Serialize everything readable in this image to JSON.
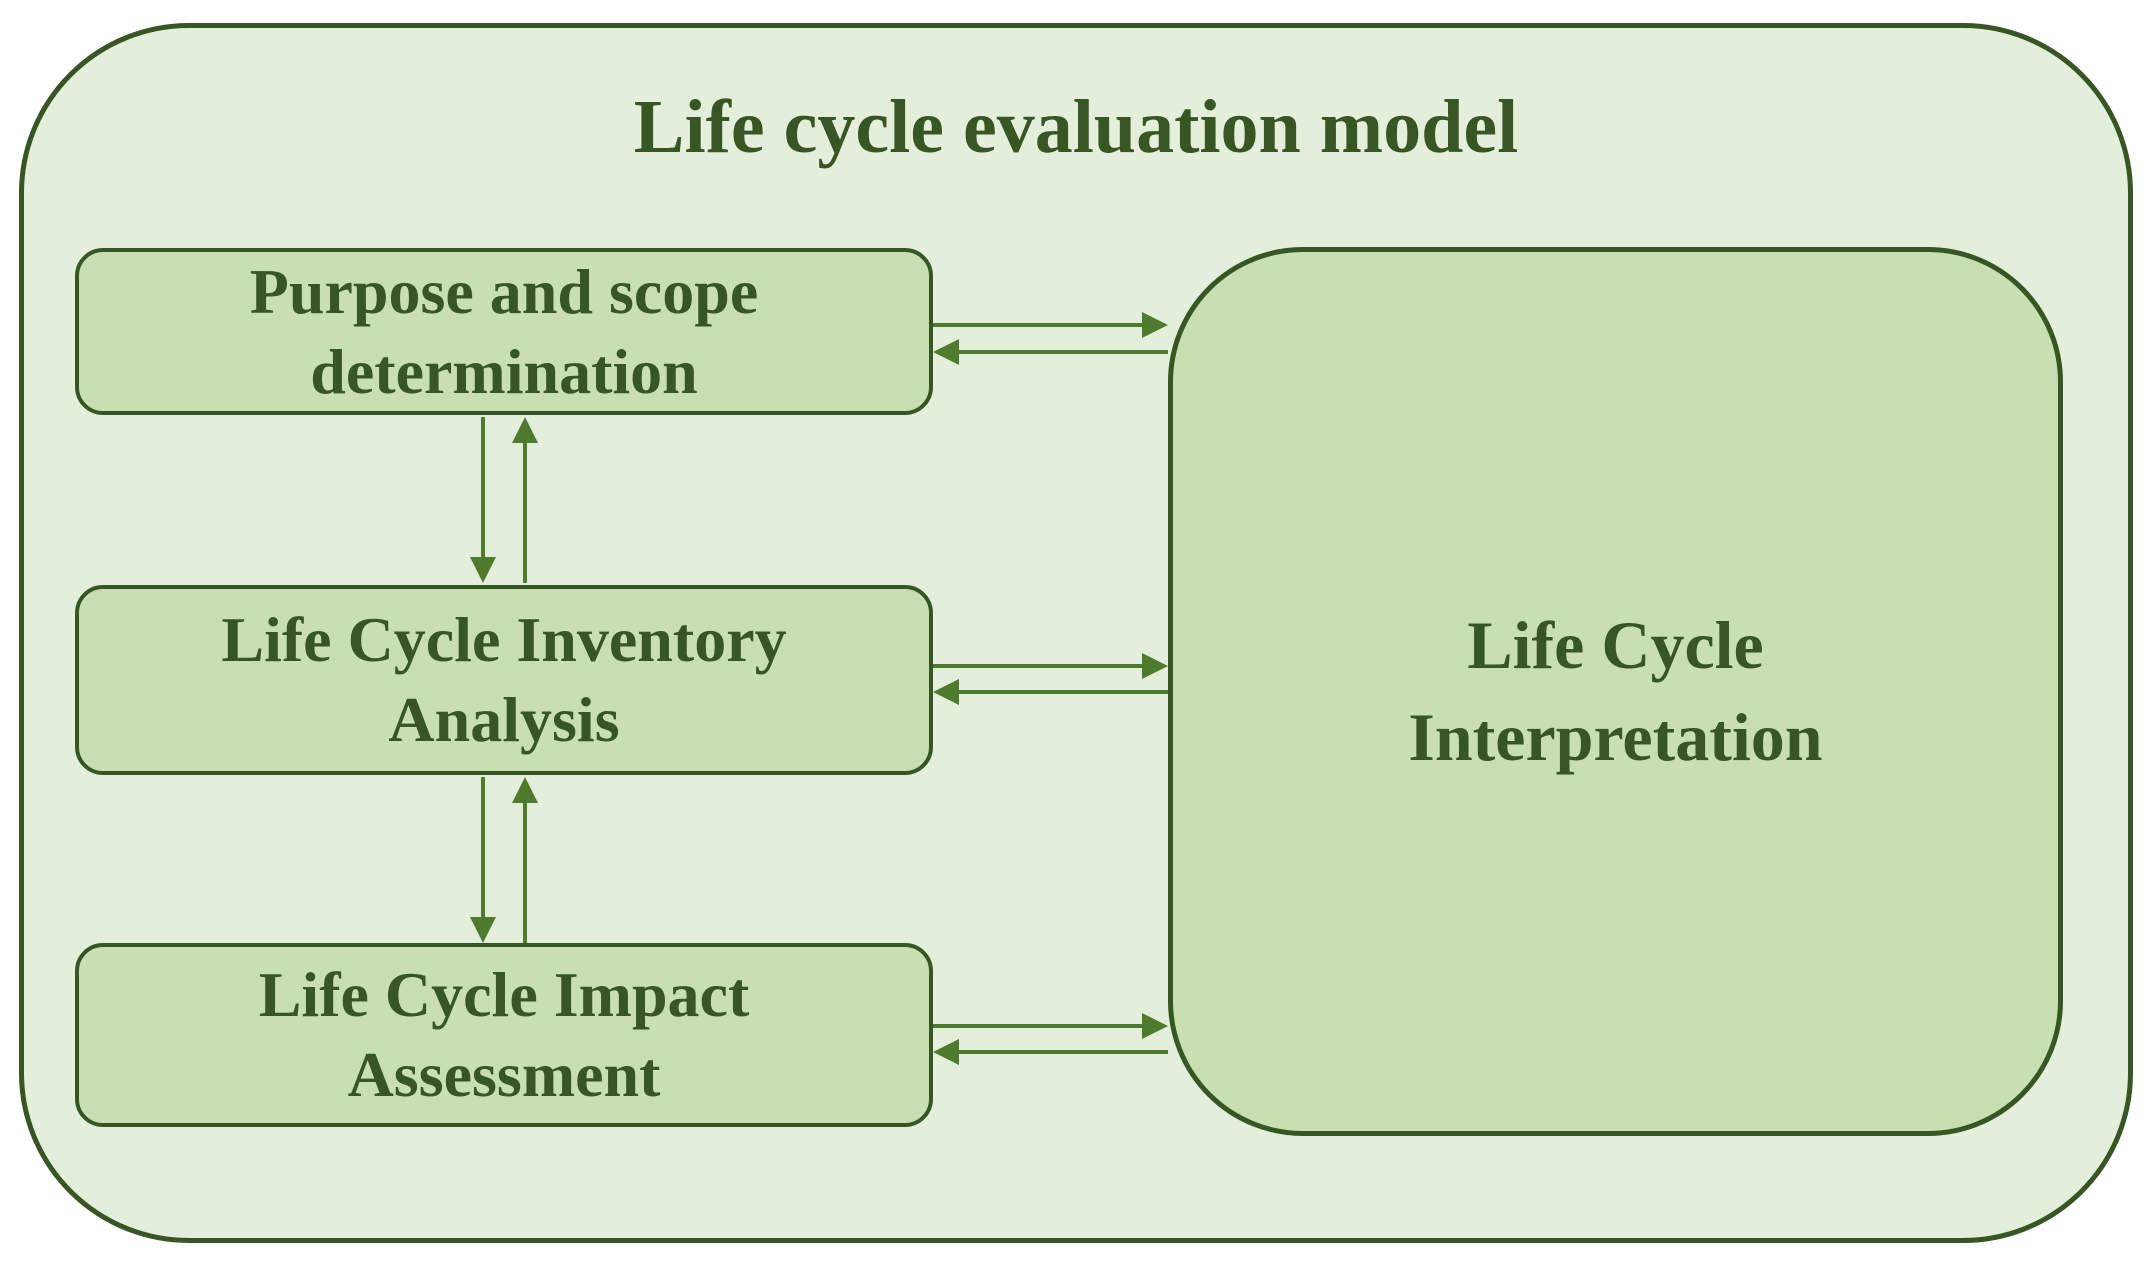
{
  "diagram": {
    "title": "Life cycle evaluation model",
    "stages": [
      {
        "id": "purpose-and-scope",
        "label": "Purpose and scope determination"
      },
      {
        "id": "inventory-analysis",
        "label": "Life Cycle Inventory Analysis"
      },
      {
        "id": "impact-assessment",
        "label": "Life Cycle Impact Assessment"
      }
    ],
    "interpretation": {
      "label": "Life Cycle Interpretation"
    },
    "connections": [
      {
        "from": "purpose-and-scope",
        "to": "inventory-analysis",
        "type": "bidirectional-vertical"
      },
      {
        "from": "inventory-analysis",
        "to": "impact-assessment",
        "type": "bidirectional-vertical"
      },
      {
        "from": "purpose-and-scope",
        "to": "interpretation",
        "type": "bidirectional-horizontal"
      },
      {
        "from": "inventory-analysis",
        "to": "interpretation",
        "type": "bidirectional-horizontal"
      },
      {
        "from": "impact-assessment",
        "to": "interpretation",
        "type": "bidirectional-horizontal"
      }
    ],
    "colors": {
      "outer_fill": "#e3efda",
      "box_fill": "#c7dfb1",
      "border": "#375623",
      "arrow": "#4e7b2d",
      "text": "#375623"
    }
  }
}
